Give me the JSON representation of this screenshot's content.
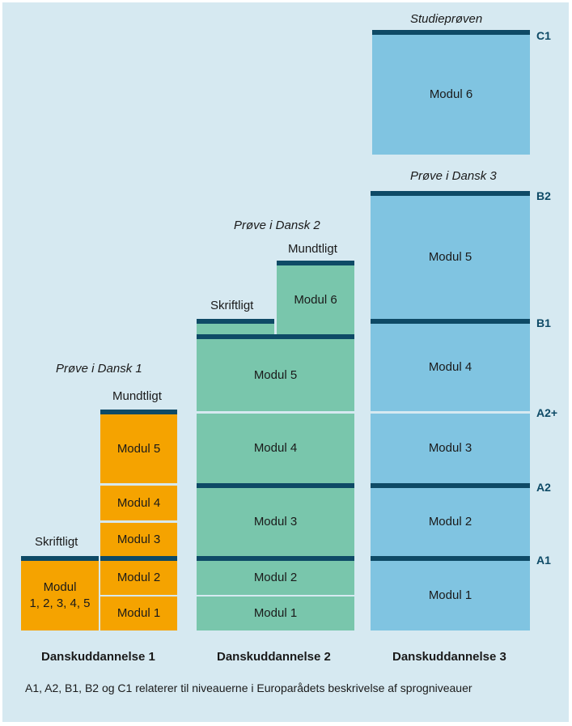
{
  "colors": {
    "background": "#d6e9f1",
    "danskuddannelse1": "#f5a300",
    "danskuddannelse2": "#79c6ac",
    "danskuddannelse3": "#80c4e1",
    "level_bar": "#0e4a66"
  },
  "du1": {
    "label": "Danskuddannelse 1",
    "exam": "Prøve i Dansk 1",
    "skriftligt": "Skriftligt",
    "mundtligt": "Mundtligt",
    "combined_module": "Modul\n1, 2, 3, 4, 5",
    "modules": [
      "Modul 1",
      "Modul 2",
      "Modul 3",
      "Modul 4",
      "Modul 5"
    ]
  },
  "du2": {
    "label": "Danskuddannelse 2",
    "exam": "Prøve i Dansk 2",
    "skriftligt": "Skriftligt",
    "mundtligt": "Mundtligt",
    "modules": [
      "Modul 1",
      "Modul 2",
      "Modul 3",
      "Modul 4",
      "Modul 5",
      "Modul 6"
    ]
  },
  "du3": {
    "label": "Danskuddannelse 3",
    "exam": "Prøve i Dansk 3",
    "final_exam": "Studieprøven",
    "modules": [
      "Modul 1",
      "Modul 2",
      "Modul 3",
      "Modul 4",
      "Modul 5",
      "Modul 6"
    ]
  },
  "levels": [
    "A1",
    "A2",
    "A2+",
    "B1",
    "B2",
    "C1"
  ],
  "footnote": "A1, A2, B1, B2 og C1 relaterer til niveauerne i Europarådets beskrivelse af sprogniveauer"
}
